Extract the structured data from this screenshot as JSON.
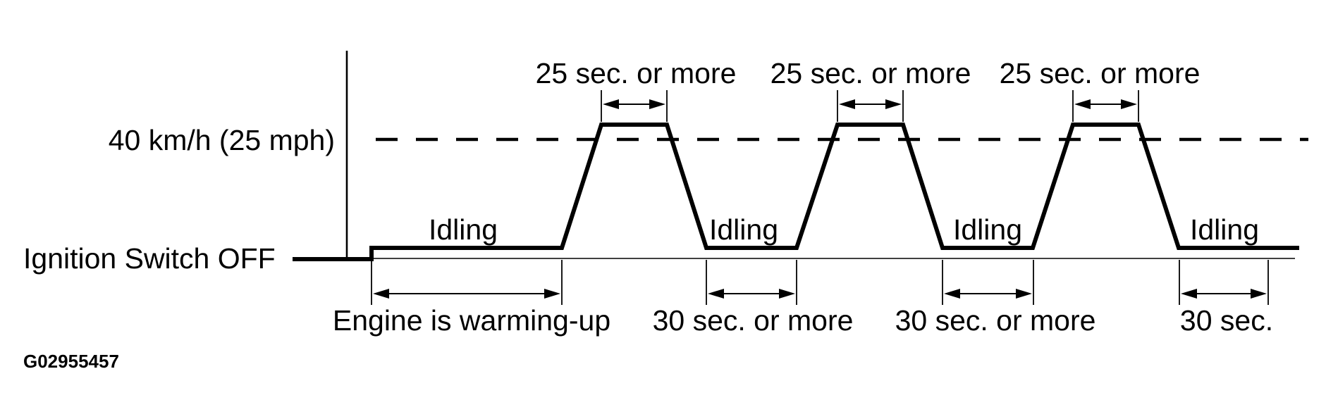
{
  "diagram": {
    "speed_reference_label": "40 km/h (25 mph)",
    "baseline_label": "Ignition Switch OFF",
    "figure_code": "G02955457",
    "drive_duration_labels": [
      "25 sec. or more",
      "25 sec. or more",
      "25 sec. or more"
    ],
    "idling_labels": [
      "Idling",
      "Idling",
      "Idling",
      "Idling"
    ],
    "warmup_duration_label": "Engine is warming-up",
    "idle_duration_labels": [
      "30 sec. or more",
      "30 sec. or more",
      "30 sec."
    ]
  },
  "colors": {
    "line": "#000000",
    "background": "#ffffff"
  }
}
